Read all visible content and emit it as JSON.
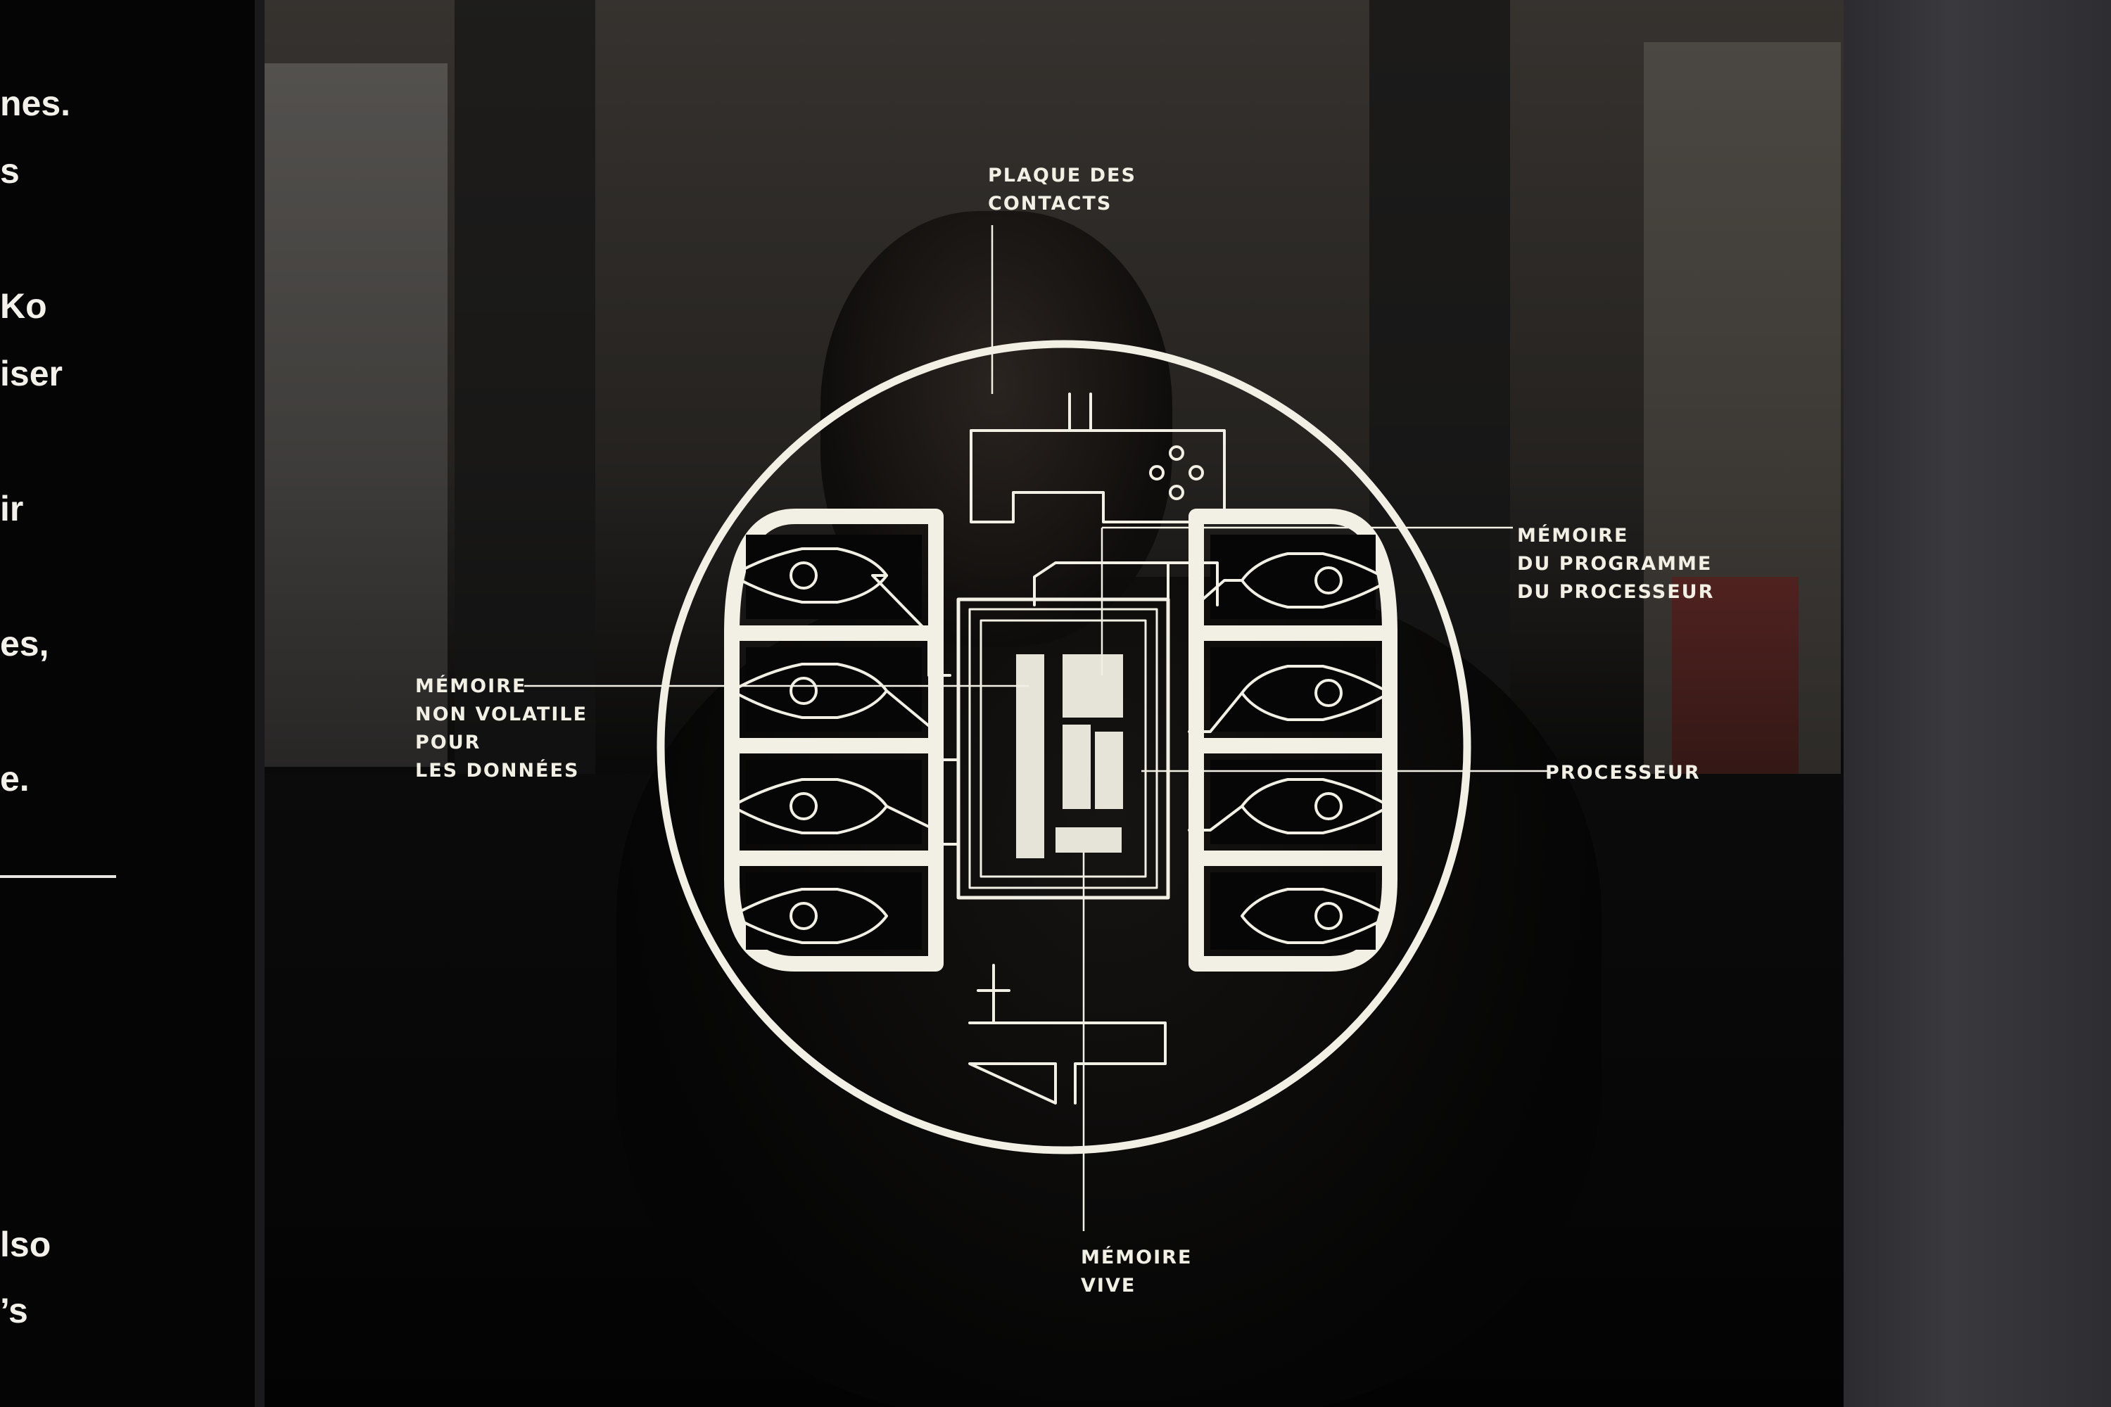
{
  "left_panel": {
    "lines": [
      "nes.",
      "s",
      "Ko",
      "iser",
      "ir",
      "es,",
      "e.",
      "lso",
      "’s"
    ]
  },
  "diagram": {
    "labels": {
      "contacts": [
        "PLAQUE DES",
        "CONTACTS"
      ],
      "program_memory": [
        "MÉMOIRE",
        "DU PROGRAMME",
        "DU PROCESSEUR"
      ],
      "nonvolatile_memory": [
        "MÉMOIRE",
        "NON VOLATILE",
        "POUR",
        "LES DONNÉES"
      ],
      "processor": [
        "PROCESSEUR"
      ],
      "ram": [
        "MÉMOIRE",
        "VIVE"
      ]
    },
    "colors": {
      "ink": "#f2efe4",
      "glass": "#060606"
    }
  }
}
